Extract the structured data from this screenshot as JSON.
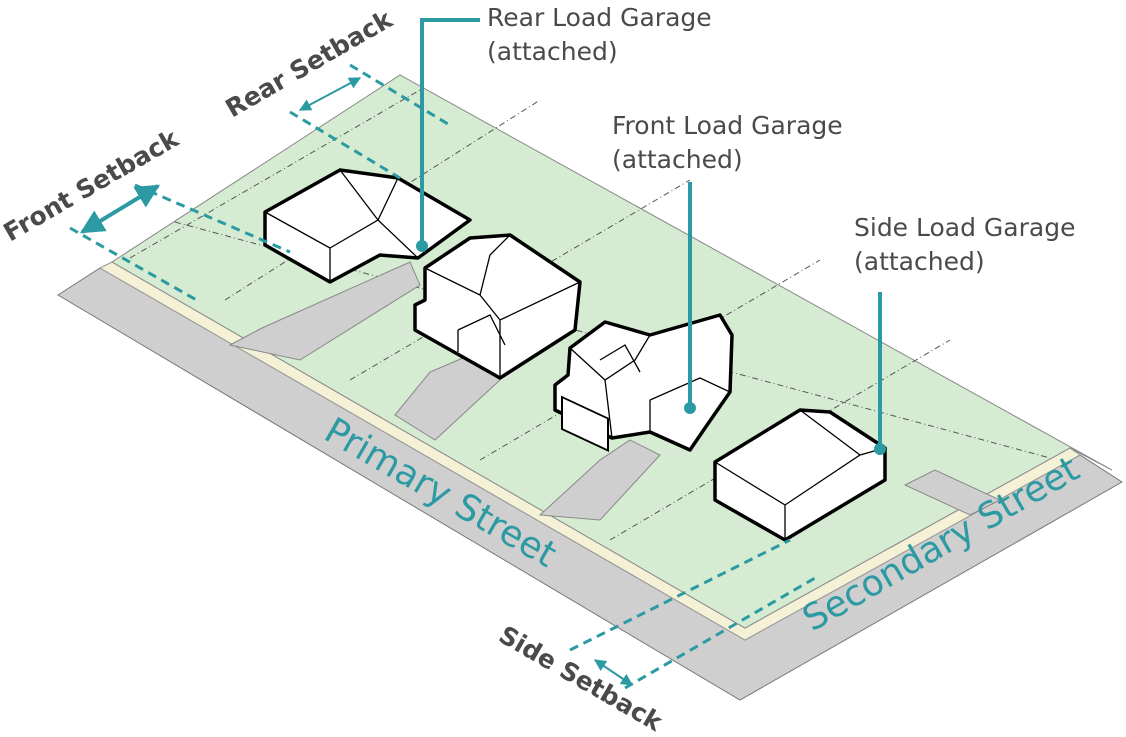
{
  "callouts": {
    "rear_load_title": "Rear Load Garage",
    "rear_load_sub": "(attached)",
    "front_load_title": "Front Load Garage",
    "front_load_sub": "(attached)",
    "side_load_title": "Side Load Garage",
    "side_load_sub": "(attached)"
  },
  "setbacks": {
    "rear": "Rear Setback",
    "front": "Front Setback",
    "side": "Side Setback"
  },
  "streets": {
    "primary": "Primary Street",
    "secondary": "Secondary Street"
  },
  "colors": {
    "accent": "#2c9aa3",
    "lot": "#d6ecd2",
    "street": "#cfcfcf",
    "sidewalk": "#f4f1d6",
    "text": "#4a4a4a"
  }
}
